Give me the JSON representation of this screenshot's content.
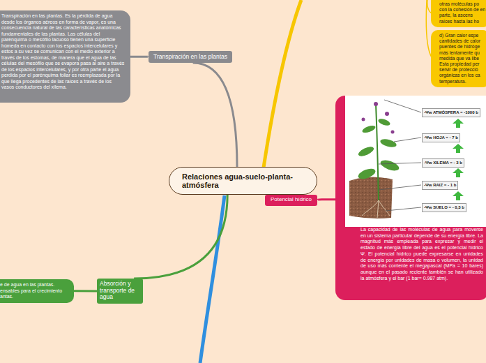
{
  "diagram": {
    "nodes": [
      {
        "text": [
          "Relaciones agua-suelo-planta-atmósfera"
        ]
      },
      {
        "text": [
          "Transpiración en las plantas. Es la pérdida de agua desde los órganos aéreos en forma de vapor, es una consecuencia natural de las características anatómicas fundamentales de las plantas. Las células del parénquima o mesófilo lacuoso tienen una superficie húmeda en contacto con los espacios intercelulares y estos a su vez se comunican con el medio exterior a través de los estomas, de manera que el agua de las células del mesófilo que se evapora pasa al aire a través de los espacios intercelulares, y por otra parte el agua perdida por el parénquima foliar es reemplazada por la que llega procedentes de las raíces a través de los vasos conductores del xilema."
        ]
      },
      {
        "text": [
          "Transpiración en las plantas"
        ]
      },
      {
        "text": [
          "Absorción y transporte de agua"
        ]
      },
      {
        "text": [
          "e de agua en las plantas. ensables para el crecimiento antas."
        ]
      },
      {
        "text": [
          "Potencial hídrico"
        ]
      },
      {
        "text": [
          "La capacidad de las moléculas de agua para moverse en un sistema particular depende de su energía libre. La magnitud más empleada para expresar y medir el estado de energía libre del agua es el potencial hídrico Ψ. El potencial hídrico puede expresarse en unidades de energía por unidades de masa o volumen, la unidad de uso más corriente el megapascal (MPa = 10 bares) aunque en el pasado reciente también se han utilizado la atmósfera y el bar (1 bar= 0.987 atm)."
        ]
      },
      {
        "text": [
          "otras moléculas po con la cohesión de en parte, la ascens raíces hasta las ho"
        ]
      },
      {
        "text": [
          "d) Gran calor espe cantidades de calor puentes de hidróge más lentamente qu medida que va libe Esta propiedad per servir de protecció orgánicas en los ca temperatura."
        ]
      }
    ],
    "edges": [
      {
        "from": 0,
        "to": 2,
        "arrow": "none"
      },
      {
        "from": 2,
        "to": 1,
        "arrow": "none"
      },
      {
        "from": 0,
        "to": 3,
        "arrow": "none"
      },
      {
        "from": 3,
        "to": 4,
        "arrow": "none"
      },
      {
        "from": 0,
        "to": 5,
        "arrow": "none"
      },
      {
        "from": 5,
        "to": 6,
        "arrow": "none"
      }
    ],
    "labels": [
      "-Ψw ATMÓSFERA = -1000 b",
      "-Ψw HOJA = - 7 b",
      "-Ψw XILEMA = - 3 b",
      "-Ψw RAIZ = - 1 b",
      "-Ψw SUELO = - 0,3 b"
    ]
  }
}
